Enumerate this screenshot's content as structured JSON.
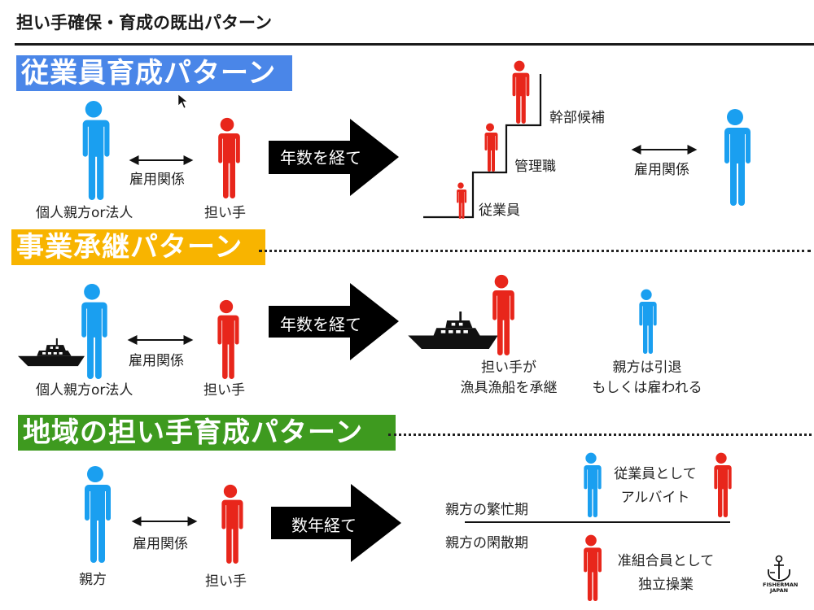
{
  "page": {
    "title": "担い手確保・育成の既出パターン"
  },
  "colors": {
    "blue_person": "#1a9ff0",
    "red_person": "#e8261b",
    "banner1": "#4a86e8",
    "banner2": "#f8b400",
    "banner3": "#3e9a1f"
  },
  "sections": [
    {
      "banner": "従業員育成パターン",
      "left_person_label": "個人親方or法人",
      "relation_label": "雇用関係",
      "right_person_label": "担い手",
      "arrow_label": "年数を経て",
      "stairs": {
        "step_labels": [
          "従業員",
          "管理職",
          "幹部候補"
        ]
      },
      "after_relation_label": "雇用関係"
    },
    {
      "banner": "事業承継パターン",
      "left_person_label": "個人親方or法人",
      "relation_label": "雇用関係",
      "right_person_label": "担い手",
      "arrow_label": "年数を経て",
      "result_successor": [
        "担い手が",
        "漁具漁船を承継"
      ],
      "result_parent": [
        "親方は引退",
        "もしくは雇われる"
      ]
    },
    {
      "banner": "地域の担い手育成パターン",
      "left_person_label": "親方",
      "relation_label": "雇用関係",
      "right_person_label": "担い手",
      "arrow_label": "数年経て",
      "busy_period": "親方の繁忙期",
      "off_period": "親方の閑散期",
      "busy_result": [
        "従業員として",
        "アルバイト"
      ],
      "off_result": [
        "准組合員として",
        "独立操業"
      ]
    }
  ],
  "logo": {
    "icon": "anchor-icon",
    "line1": "FISHERMAN",
    "line2": "JAPAN"
  },
  "cursor": {
    "icon": "mouse-pointer-icon"
  }
}
